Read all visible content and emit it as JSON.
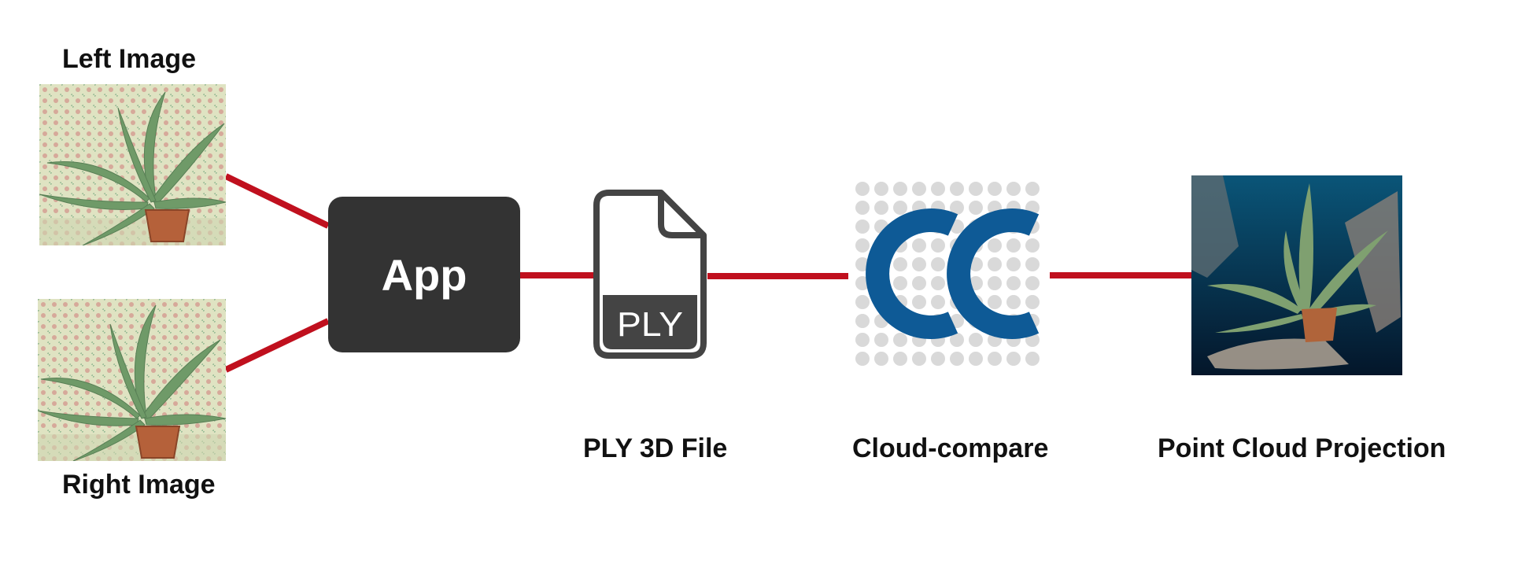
{
  "labels": {
    "left_image": "Left Image",
    "right_image": "Right Image",
    "app": "App",
    "ply_file_badge": "PLY",
    "ply_file": "PLY 3D File",
    "cloud_compare": "Cloud-compare",
    "point_cloud": "Point Cloud Projection"
  },
  "colors": {
    "connector": "#c0101e",
    "app_box": "#333333",
    "file_icon": "#444444",
    "cc_blue": "#0e5a96",
    "cc_dots": "#d9d9d9"
  },
  "icons": [
    "file-icon",
    "cloud-compare-logo"
  ]
}
